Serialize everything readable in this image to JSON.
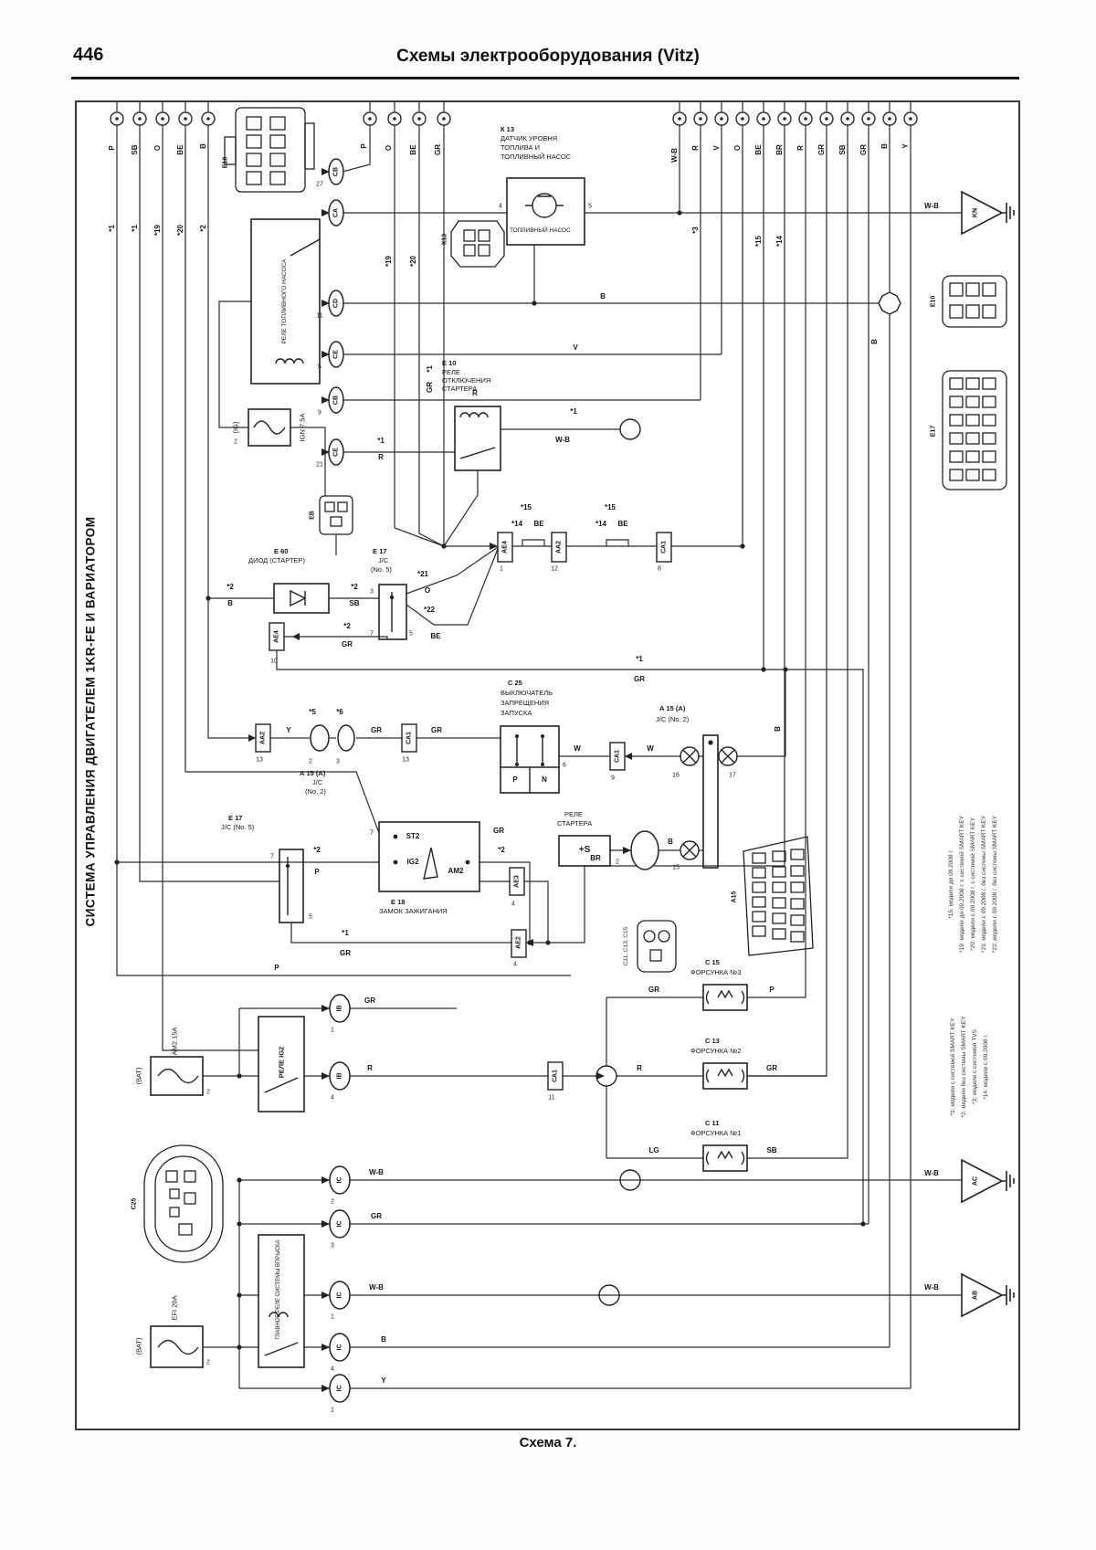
{
  "page": {
    "number": "446",
    "title": "Схемы электрооборудования (Vitz)",
    "side_title": "СИСТЕМА УПРАВЛЕНИЯ ДВИГАТЕЛЕМ 1KR-FE И ВАРИАТОРОМ",
    "caption": "Схема 7."
  },
  "wire": {
    "p": "P",
    "sb": "SB",
    "o": "O",
    "be": "BE",
    "b": "B",
    "gr": "GR",
    "wb": "W-B",
    "r": "R",
    "v": "V",
    "br": "BR",
    "y": "Y",
    "lg": "LG",
    "w": "W"
  },
  "marker": {
    "m1": "*1",
    "m2": "*2",
    "m3": "*3",
    "m5": "*5",
    "m6": "*6",
    "m14": "*14",
    "m15": "*15",
    "m19": "*19",
    "m20": "*20",
    "m21": "*21",
    "m22": "*22"
  },
  "pin": {
    "1": "1",
    "2": "2",
    "3": "3",
    "4": "4",
    "5": "5",
    "6": "6",
    "7": "7",
    "8": "8",
    "9": "9",
    "10": "10",
    "11": "11",
    "12": "12",
    "13": "13",
    "15": "15",
    "16": "16",
    "17": "17",
    "21": "21",
    "27": "27"
  },
  "conn": {
    "cb": "CB",
    "ca": "CA",
    "cd": "CD",
    "ce": "CE",
    "ae4": "АЕ4",
    "aa2": "АА2",
    "ca1": "СА1",
    "ae2": "АЕ2",
    "ae3": "АЕ3",
    "ib": "IB",
    "ic": "IC",
    "e18": "Е18",
    "k13": "К13",
    "e10": "Е10",
    "e17": "Е17",
    "a15": "А15",
    "c25": "С25",
    "c111315": "С11, С13, С15",
    "eb": "ЕВ"
  },
  "ground": {
    "kn": "KN",
    "ac": "AC",
    "ab": "AB"
  },
  "components": {
    "k13": {
      "id": "К 13",
      "l1": "ДАТЧИК УРОВНЯ",
      "l2": "ТОПЛИВА И",
      "l3": "ТОПЛИВНЫЙ НАСОС",
      "sub": "ТОПЛИВНЫЙ НАСОС"
    },
    "fuel_pump_relay": "РЕЛЕ ТОПЛИВНОГО НАСОСА",
    "ign_fuse": {
      "tag": "(IG)",
      "label": "IGN 7.5А"
    },
    "e10": {
      "id": "Е 10",
      "l1": "РЕЛЕ",
      "l2": "ОТКЛЮЧЕНИЯ",
      "l3": "СТАРТЕРА"
    },
    "e60": {
      "id": "Е 60",
      "name": "ДИОД (СТАРТЕР)"
    },
    "e17jc": {
      "id": "Е 17",
      "l1": "J/C",
      "l2": "(No. 5)",
      "name": "J/C (No. 5)"
    },
    "c25": {
      "id": "С 25",
      "l1": "ВЫКЛЮЧАТЕЛЬ",
      "l2": "ЗАПРЕЩЕНИЯ",
      "l3": "ЗАПУСКА",
      "pos_p": "P",
      "pos_n": "N"
    },
    "a15jc": {
      "id": "А 15 (А)",
      "l1": "J/C",
      "l2": "(No. 2)",
      "name": "J/C (No. 2)"
    },
    "e18lock": {
      "id": "Е 18",
      "name": "ЗАМОК ЗАЖИГАНИЯ",
      "st2": "ST2",
      "ig2": "IG2",
      "am2": "АМ2"
    },
    "starter_relay": {
      "l1": "РЕЛЕ",
      "l2": "СТАРТЕРА",
      "terminal": "+S"
    },
    "inj3": {
      "id": "С 15",
      "name": "ФОРСУНКА №3"
    },
    "inj2": {
      "id": "С 13",
      "name": "ФОРСУНКА №2"
    },
    "inj1": {
      "id": "С 11",
      "name": "ФОРСУНКА №1"
    },
    "ig2_relay": "РЕЛЕ IG2",
    "am2_fuse": {
      "tag": "(ВАТ)",
      "label": "АМ2 15А"
    },
    "efi_fuse": {
      "tag": "(ВАТ)",
      "label": "EFI 20А"
    },
    "main_relay": "ГЛАВНОЕ РЕЛЕ СИСТЕМЫ ВПРЫСКА"
  },
  "notes": {
    "group1": [
      "*15: модели до 09.2008 г.",
      "*19: модели до 09.2008 г. с системой SMART KEY",
      "*20: модели с 09.2008 г. с системой SMART KEY",
      "*21: модели с 09.2008 г. без системы SMART KEY",
      "*22: модели с 09.2008 г. без системы SMART KEY"
    ],
    "group2": [
      "*1: модели с системой SMART KEY",
      "*2: модели без системы SMART KEY",
      "*3: модели с системой TVS",
      "*14: модели с 09.2008 г."
    ]
  }
}
